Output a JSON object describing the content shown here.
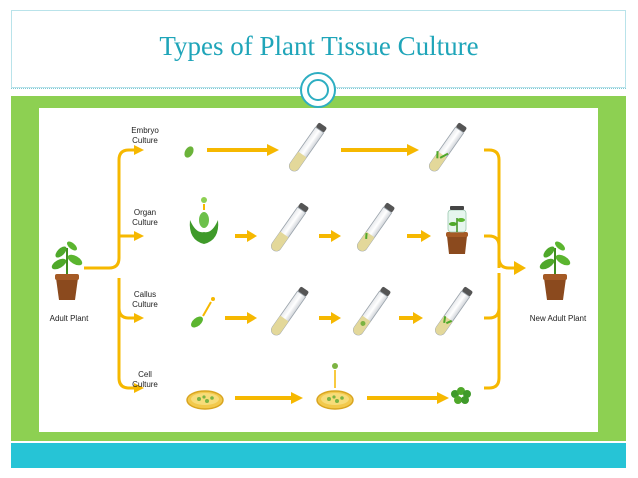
{
  "slide": {
    "title": "Types of Plant Tissue Culture"
  },
  "diagram": {
    "source_label": "Adult Plant",
    "result_label": "New Adult Plant",
    "rows": [
      {
        "line1": "Embryo",
        "line2": "Culture"
      },
      {
        "line1": "Organ",
        "line2": "Culture"
      },
      {
        "line1": "Callus",
        "line2": "Culture"
      },
      {
        "line1": "Cell",
        "line2": "Culture"
      }
    ]
  },
  "colors": {
    "accent_teal": "#1fa5b9",
    "band_green": "#8dd052",
    "band_teal": "#26c4d6",
    "arrow_yellow": "#f6b800"
  }
}
